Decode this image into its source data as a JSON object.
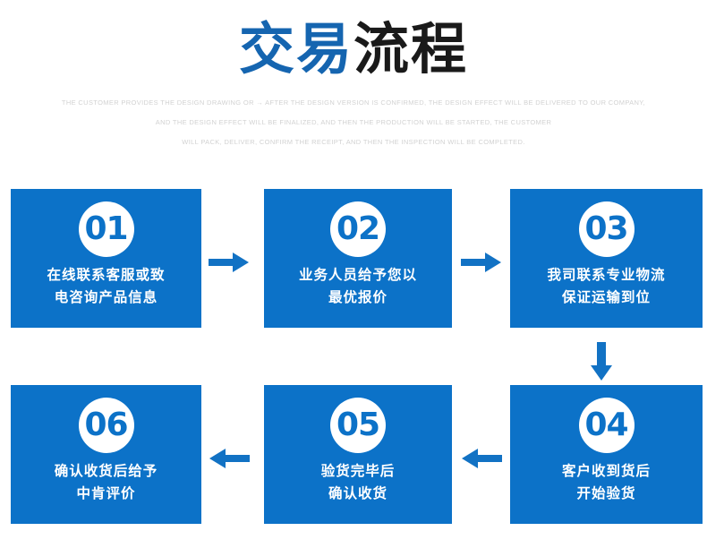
{
  "header": {
    "title_accent": "交易",
    "title_rest": "流程",
    "subtitle_lines": [
      "THE CUSTOMER PROVIDES THE DESIGN DRAWING OR → AFTER THE DESIGN VERSION IS CONFIRMED, THE DESIGN EFFECT WILL BE DELIVERED TO OUR COMPANY,",
      "AND THE DESIGN EFFECT WILL BE FINALIZED, AND THEN THE PRODUCTION WILL BE STARTED, THE CUSTOMER",
      "WILL PACK, DELIVER, CONFIRM THE RECEIPT, AND THEN THE INSPECTION WILL BE COMPLETED."
    ]
  },
  "colors": {
    "brand_blue": "#0c72c8",
    "title_accent": "#1565b0",
    "title_rest": "#1a1a1a",
    "arrow_blue": "#1272c4",
    "subtitle_gray": "#d2d2d2",
    "badge_bg": "#ffffff"
  },
  "steps": [
    {
      "number": "01",
      "line1": "在线联系客服或致",
      "line2": "电咨询产品信息"
    },
    {
      "number": "02",
      "line1": "业务人员给予您以",
      "line2": "最优报价"
    },
    {
      "number": "03",
      "line1": "我司联系专业物流",
      "line2": "保证运输到位"
    },
    {
      "number": "04",
      "line1": "客户收到货后",
      "line2": "开始验货"
    },
    {
      "number": "05",
      "line1": "验货完毕后",
      "line2": "确认收货"
    },
    {
      "number": "06",
      "line1": "确认收货后给予",
      "line2": "中肯评价"
    }
  ],
  "connectors": [
    {
      "name": "arrow-right-step1-to-step2",
      "direction": "right"
    },
    {
      "name": "arrow-right-step2-to-step3",
      "direction": "right"
    },
    {
      "name": "arrow-down-step3-to-step4",
      "direction": "down"
    },
    {
      "name": "arrow-left-step4-to-step5",
      "direction": "left"
    },
    {
      "name": "arrow-left-step5-to-step6",
      "direction": "left"
    }
  ]
}
